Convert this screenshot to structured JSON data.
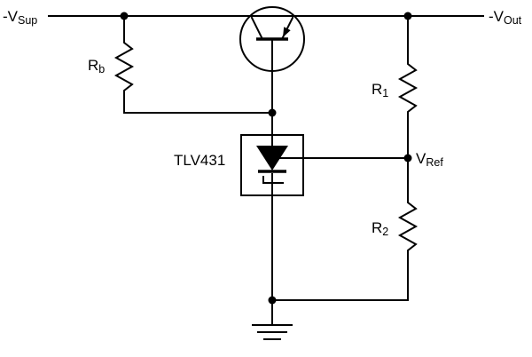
{
  "diagram": {
    "type": "circuit-schematic",
    "description": "TLV431 shunt-reference negative voltage regulator with PNP pass transistor",
    "labels": {
      "vsup": {
        "main": "-V",
        "sub": "Sup"
      },
      "vout": {
        "main": "-V",
        "sub": "Out"
      },
      "rb": {
        "main": "R",
        "sub": "b"
      },
      "r1": {
        "main": "R",
        "sub": "1"
      },
      "r2": {
        "main": "R",
        "sub": "2"
      },
      "vref": {
        "main": "V",
        "sub": "Ref"
      },
      "ic": "TLV431"
    }
  },
  "colors": {
    "wire": "#000000",
    "background": "#ffffff",
    "text": "#000000"
  }
}
